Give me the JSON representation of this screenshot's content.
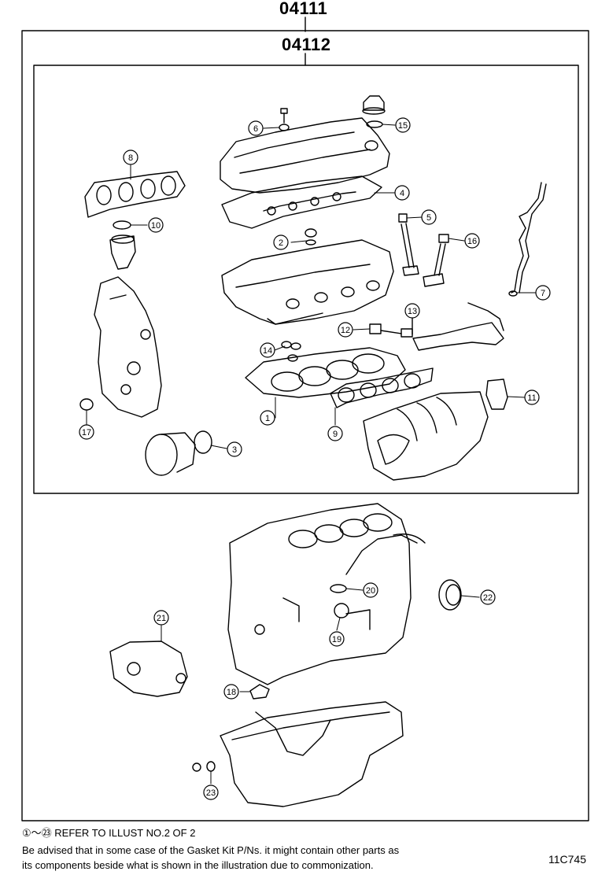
{
  "kits": {
    "outer_code": "04111",
    "inner_code": "04112"
  },
  "callouts": [
    "1",
    "2",
    "3",
    "4",
    "5",
    "6",
    "7",
    "8",
    "9",
    "10",
    "11",
    "12",
    "13",
    "14",
    "15",
    "16",
    "17",
    "18",
    "19",
    "20",
    "21",
    "22",
    "23"
  ],
  "footer": {
    "range_note": "①～㉓ REFER TO ILLUST NO.2 OF 2",
    "advice_line1": "Be advised that in some case of the Gasket Kit P/Ns.  it might contain other parts as",
    "advice_line2": "its components beside what is shown in the illustration due to commonization.",
    "illustration_code": "11C745"
  }
}
